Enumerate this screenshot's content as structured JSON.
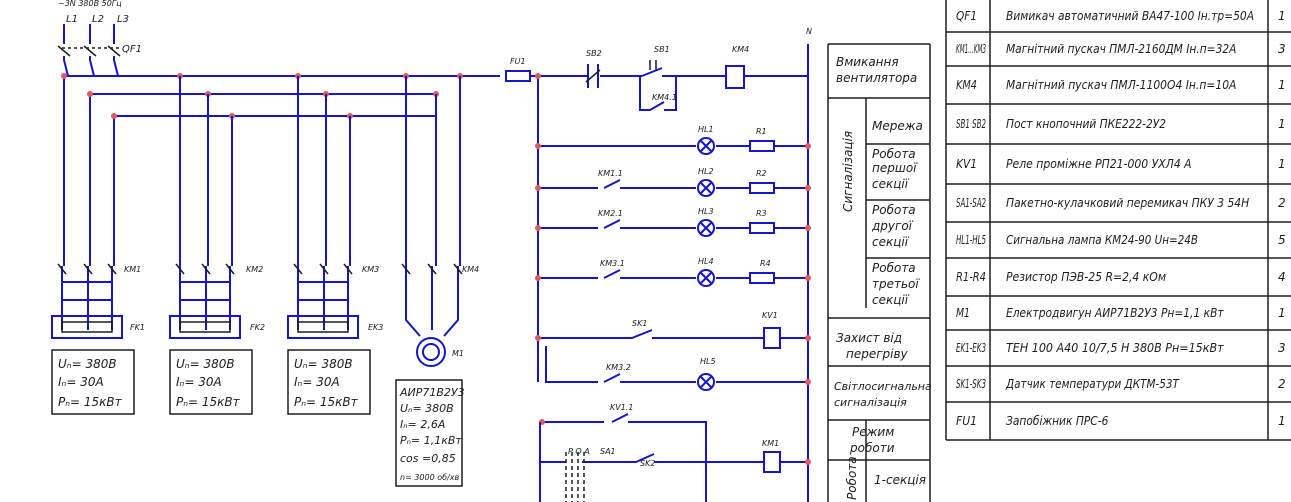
{
  "header": {
    "supply": "~3N 380В 50Гц",
    "phases": [
      "L1",
      "L2",
      "L3"
    ],
    "qf": "QF1",
    "neutral": "N"
  },
  "power": {
    "branches": [
      {
        "km": "KM1",
        "load": "FK1",
        "params": [
          "Uₙ= 380В",
          "Iₙ= 30А",
          "Pₙ= 15кВт"
        ]
      },
      {
        "km": "KM2",
        "load": "FK2",
        "params": [
          "Uₙ= 380В",
          "Iₙ= 30А",
          "Pₙ= 15кВт"
        ]
      },
      {
        "km": "KM3",
        "load": "EK3",
        "params": [
          "Uₙ= 380В",
          "Iₙ= 30А",
          "Pₙ= 15кВт"
        ]
      }
    ],
    "motor": {
      "km": "KM4",
      "label": "M1",
      "params": [
        "АИР71В2У3",
        "Uₙ= 380В",
        "Iₙ= 2,6А",
        "Pₙ= 1,1кВт",
        "cos =0,85",
        "n= 3000 об/хв"
      ]
    }
  },
  "control": {
    "fuse": "FU1",
    "sb2": "SB2",
    "sb1": "SB1",
    "km4": "KM4",
    "km41": "KM4.1",
    "rows": [
      {
        "contact": "",
        "lamp": "HL1",
        "res": "R1"
      },
      {
        "contact": "KM1.1",
        "lamp": "HL2",
        "res": "R2"
      },
      {
        "contact": "KM2.1",
        "lamp": "HL3",
        "res": "R3"
      },
      {
        "contact": "KM3.1",
        "lamp": "HL4",
        "res": "R4"
      }
    ],
    "sk1": "SK1",
    "kv1": "KV1",
    "km32": "KM3.2",
    "hl5": "HL5",
    "kv11": "KV1.1",
    "poa": "Р О А",
    "sa1": "SA1",
    "sk2": "SK2",
    "km1": "KM1"
  },
  "functions": {
    "items": [
      "Вмикання вентилятора",
      "Мережа",
      "Робота першої секції",
      "Робота другої секції",
      "Робота третьої секції",
      "Захист від перегріву",
      "Світлосигнальна сигналізація",
      "Режим роботи",
      "1-секція"
    ],
    "group_signal": "Сигналізація",
    "group_work": "Робота"
  },
  "spec": {
    "rows": [
      {
        "ref": "QF1",
        "desc": "Вимикач автоматичний ВА47-100 Iн.тр=50А",
        "qty": "1"
      },
      {
        "ref": "KM1...KM3",
        "desc": "Магнітний пускач ПМЛ-2160ДМ Iн.п=32А",
        "qty": "3"
      },
      {
        "ref": "KM4",
        "desc": "Магнітний пускач ПМЛ-1100О4 Iн.п=10А",
        "qty": "1"
      },
      {
        "ref": "SB1 SB2",
        "desc": "Пост кнопочний ПКЕ222-2У2",
        "qty": "1"
      },
      {
        "ref": "KV1",
        "desc": "Реле проміжне РП21-000 УХЛ4 А",
        "qty": "1"
      },
      {
        "ref": "SA1-SA2",
        "desc": "Пакетно-кулачковий перемикач ПКУ 3 54Н",
        "qty": "2"
      },
      {
        "ref": "HL1-HL5",
        "desc": "Сигнальна лампа КМ24-90 Uн=24В",
        "qty": "5"
      },
      {
        "ref": "R1-R4",
        "desc": "Резистор ПЭВ-25 R=2,4 кОм",
        "qty": "4"
      },
      {
        "ref": "M1",
        "desc": "Електродвигун АИР71В2У3 Pн=1,1 кВт",
        "qty": "1"
      },
      {
        "ref": "EK1-EK3",
        "desc": "ТЕН 100 А40 10/7,5 Н 380В Pн=15кВт",
        "qty": "3"
      },
      {
        "ref": "SK1-SK3",
        "desc": "Датчик температури ДКТМ-53Т",
        "qty": "2"
      },
      {
        "ref": "FU1",
        "desc": "Запобіжник ПРС-6",
        "qty": "1"
      }
    ]
  }
}
